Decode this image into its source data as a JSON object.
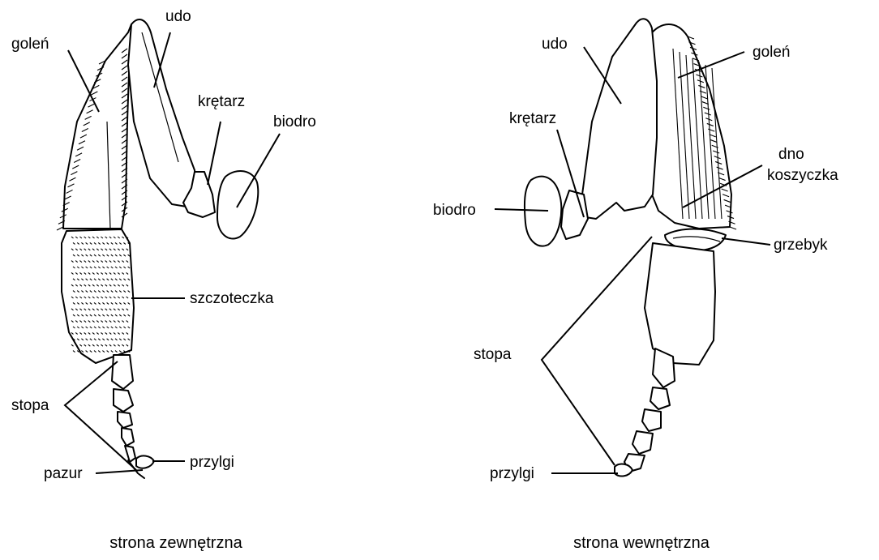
{
  "labels_left": {
    "golen": "goleń",
    "udo": "udo",
    "kretarz": "krętarz",
    "biodro": "biodro",
    "szczoteczka": "szczoteczka",
    "stopa": "stopa",
    "pazur": "pazur",
    "przylgi": "przylgi"
  },
  "labels_right": {
    "udo": "udo",
    "golen": "goleń",
    "kretarz": "krętarz",
    "dno_line1": "dno",
    "dno_line2": "koszyczka",
    "biodro": "biodro",
    "grzebyk": "grzebyk",
    "stopa": "stopa",
    "przylgi": "przylgi"
  },
  "captions": {
    "left": "strona zewnętrzna",
    "right": "strona wewnętrzna"
  }
}
